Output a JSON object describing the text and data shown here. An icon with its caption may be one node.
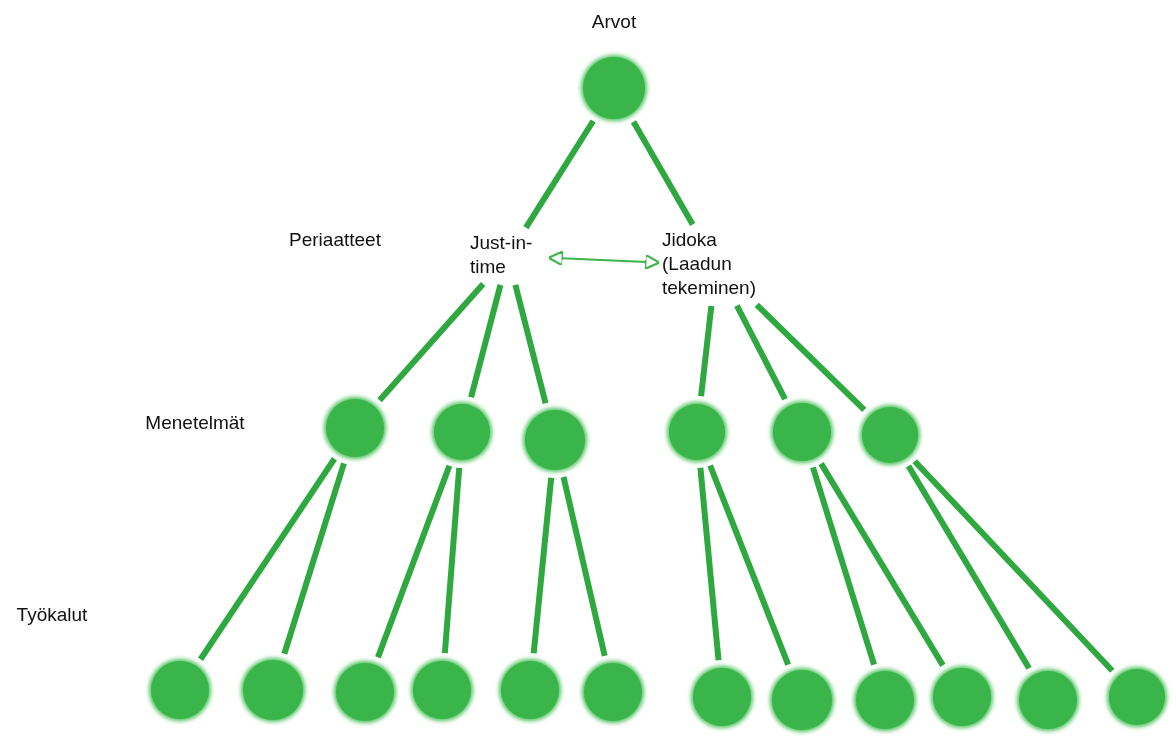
{
  "diagram": {
    "nodes": [
      {
        "text": [],
        "shape": "circle"
      },
      {
        "text": [
          "Just-in-time"
        ]
      },
      {
        "text": [
          "Jidoka (Laadun tekeminen)"
        ]
      },
      {
        "text": [],
        "shape": "circle"
      },
      {
        "text": [],
        "shape": "circle"
      },
      {
        "text": [],
        "shape": "circle"
      },
      {
        "text": [],
        "shape": "circle"
      },
      {
        "text": [],
        "shape": "circle"
      },
      {
        "text": [],
        "shape": "circle"
      },
      {
        "text": [],
        "shape": "circle"
      },
      {
        "text": [],
        "shape": "circle"
      },
      {
        "text": [],
        "shape": "circle"
      },
      {
        "text": [],
        "shape": "circle"
      },
      {
        "text": [],
        "shape": "circle"
      },
      {
        "text": [],
        "shape": "circle"
      },
      {
        "text": [],
        "shape": "circle"
      },
      {
        "text": [],
        "shape": "circle"
      },
      {
        "text": [],
        "shape": "circle"
      },
      {
        "text": [],
        "shape": "circle"
      },
      {
        "text": [],
        "shape": "circle"
      },
      {
        "text": [],
        "shape": "circle"
      }
    ],
    "edges": [
      {
        "from": 0,
        "to": 1,
        "arrow": "none"
      },
      {
        "from": 0,
        "to": 2,
        "arrow": "none"
      },
      {
        "from": 1,
        "to": 2,
        "arrow": "both"
      },
      {
        "from": 1,
        "to": 3,
        "arrow": "none"
      },
      {
        "from": 1,
        "to": 4,
        "arrow": "none"
      },
      {
        "from": 1,
        "to": 5,
        "arrow": "none"
      },
      {
        "from": 2,
        "to": 6,
        "arrow": "none"
      },
      {
        "from": 2,
        "to": 7,
        "arrow": "none"
      },
      {
        "from": 2,
        "to": 8,
        "arrow": "none"
      },
      {
        "from": 3,
        "to": 9,
        "arrow": "none"
      },
      {
        "from": 3,
        "to": 10,
        "arrow": "none"
      },
      {
        "from": 4,
        "to": 11,
        "arrow": "none"
      },
      {
        "from": 4,
        "to": 12,
        "arrow": "none"
      },
      {
        "from": 5,
        "to": 13,
        "arrow": "none"
      },
      {
        "from": 5,
        "to": 14,
        "arrow": "none"
      },
      {
        "from": 6,
        "to": 15,
        "arrow": "none"
      },
      {
        "from": 6,
        "to": 16,
        "arrow": "none"
      },
      {
        "from": 7,
        "to": 17,
        "arrow": "none"
      },
      {
        "from": 7,
        "to": 18,
        "arrow": "none"
      },
      {
        "from": 8,
        "to": 19,
        "arrow": "none"
      },
      {
        "from": 8,
        "to": 20,
        "arrow": "none"
      }
    ],
    "labels": [
      "Arvot",
      "Periaatteet",
      "Menetelmät",
      "Työkalut"
    ]
  }
}
